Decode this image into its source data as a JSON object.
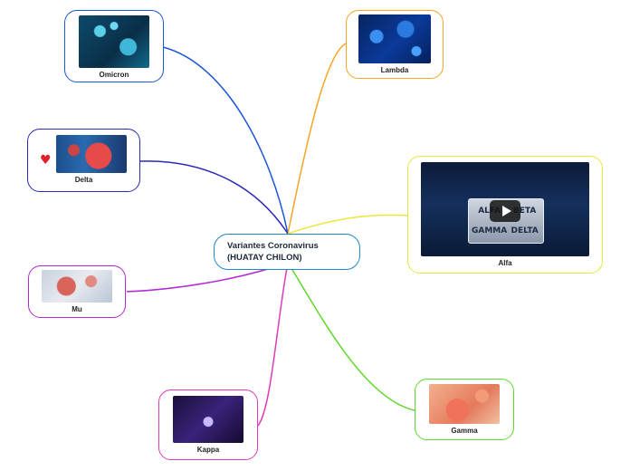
{
  "central": {
    "title_line1": "Variantes Coronavirus",
    "title_line2": "(HUATAY CHILON)",
    "color": "#1e88c6"
  },
  "nodes": [
    {
      "id": "omicron",
      "label": "Omicron",
      "color": "#1a56d6",
      "image": "virus-image"
    },
    {
      "id": "lambda",
      "label": "Lambda",
      "color": "#f5a623",
      "image": "virus-image"
    },
    {
      "id": "delta",
      "label": "Delta",
      "color": "#2a2ab8",
      "image": "virus-image",
      "marker": "heart-icon"
    },
    {
      "id": "alfa",
      "label": "Alfa",
      "color": "#e8e83a",
      "image": "video-thumbnail",
      "video_tiles": [
        "ALFA",
        "BETA",
        "GAMMA",
        "DELTA"
      ]
    },
    {
      "id": "mu",
      "label": "Mu",
      "color": "#b02ad6",
      "image": "virus-image"
    },
    {
      "id": "gamma",
      "label": "Gamma",
      "color": "#5ed82a",
      "image": "virus-image"
    },
    {
      "id": "kappa",
      "label": "Kappa",
      "color": "#e03ab8",
      "image": "virus-image"
    }
  ],
  "icons": {
    "heart": "♥",
    "play": "play-icon"
  }
}
